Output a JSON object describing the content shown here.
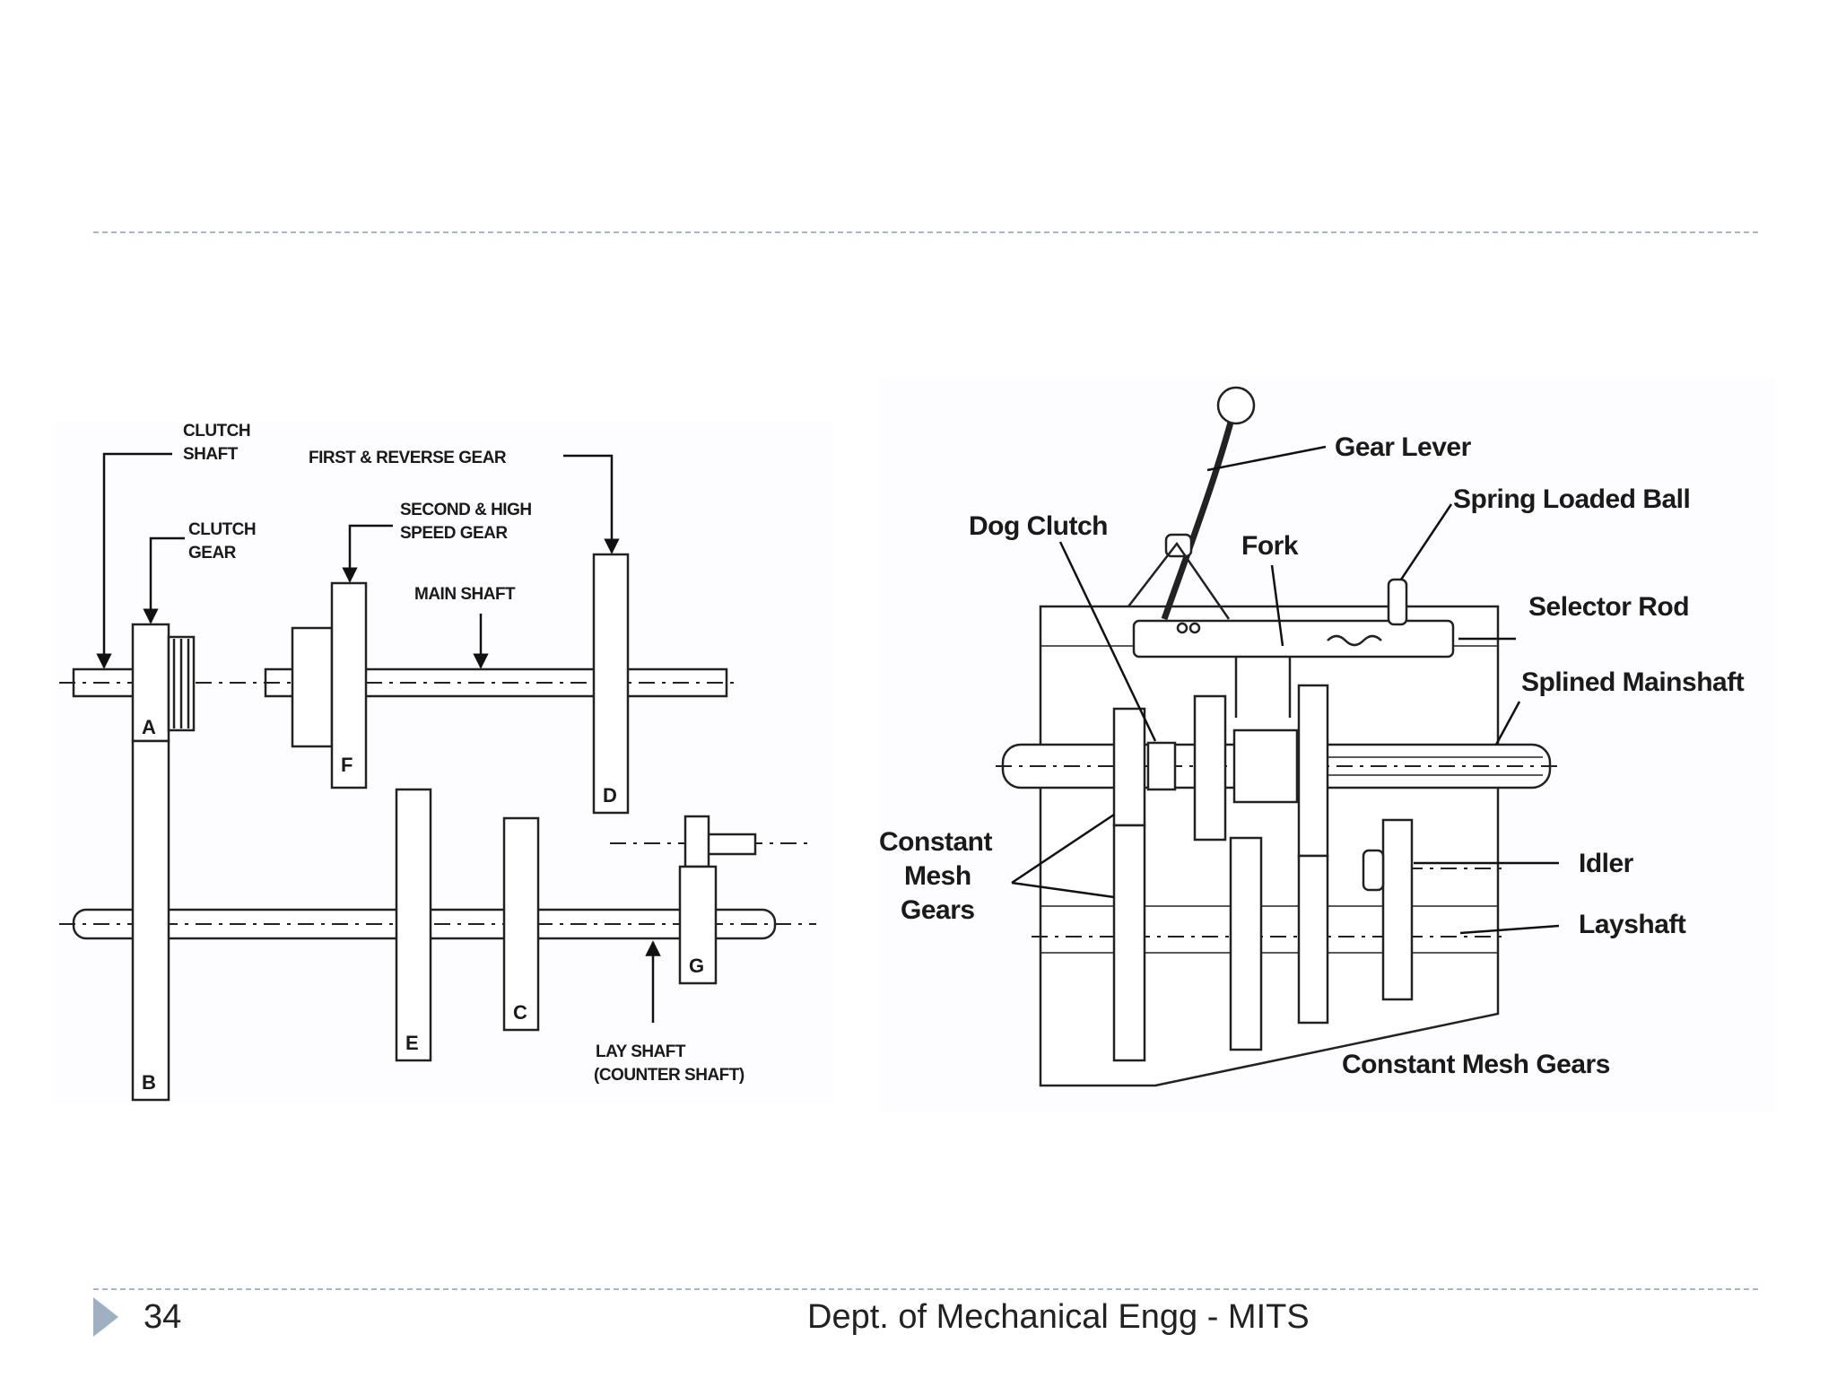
{
  "slide": {
    "page_number": "34",
    "footer": "Dept. of Mechanical Engg - MITS",
    "accent_color": "#9fb0c2",
    "rule_color": "#a9b6c4"
  },
  "left_diagram": {
    "labels": {
      "clutch_shaft_1": "CLUTCH",
      "clutch_shaft_2": "SHAFT",
      "clutch_gear_1": "CLUTCH",
      "clutch_gear_2": "GEAR",
      "first_reverse": "FIRST & REVERSE GEAR",
      "second_high_1": "SECOND & HIGH",
      "second_high_2": "SPEED GEAR",
      "main_shaft": "MAIN SHAFT",
      "lay_shaft_1": "LAY SHAFT",
      "lay_shaft_2": "(COUNTER SHAFT)"
    },
    "gears": [
      "A",
      "B",
      "C",
      "D",
      "E",
      "F",
      "G"
    ]
  },
  "right_diagram": {
    "labels": {
      "gear_lever": "Gear Lever",
      "spring_loaded_ball": "Spring Loaded Ball",
      "dog_clutch": "Dog Clutch",
      "fork": "Fork",
      "selector_rod": "Selector Rod",
      "splined_mainshaft": "Splined Mainshaft",
      "constant_mesh_1": "Constant",
      "constant_mesh_2": "Mesh",
      "constant_mesh_3": "Gears",
      "idler": "Idler",
      "layshaft": "Layshaft",
      "constant_mesh_gears": "Constant Mesh Gears"
    }
  }
}
